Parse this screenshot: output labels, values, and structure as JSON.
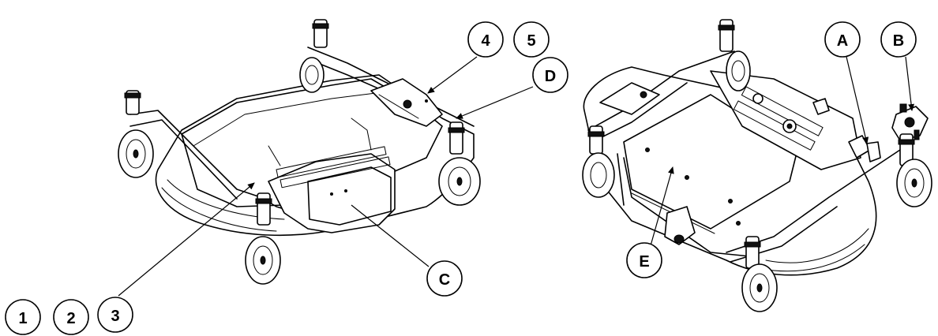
{
  "callouts": {
    "c1": "1",
    "c2": "2",
    "c3": "3",
    "c4": "4",
    "c5": "5",
    "cA": "A",
    "cB": "B",
    "cC": "C",
    "cD": "D",
    "cE": "E"
  }
}
